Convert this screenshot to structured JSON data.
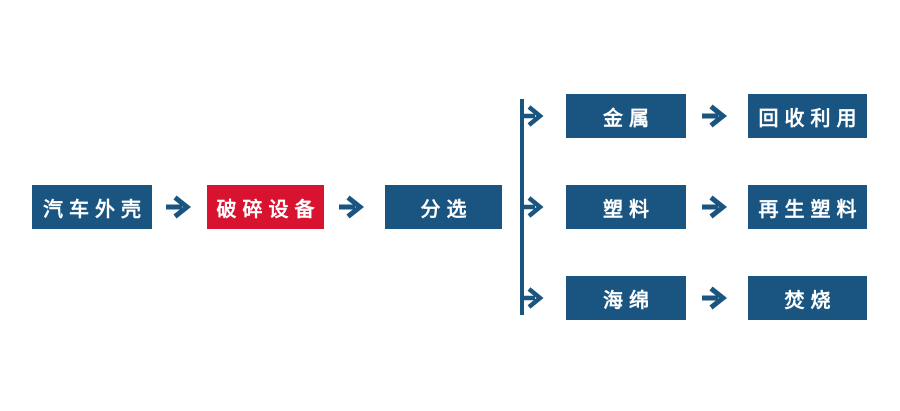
{
  "colors": {
    "primary_blue": "#1a5581",
    "accent_red": "#d8132f",
    "node_text": "#ffffff",
    "background": "#ffffff"
  },
  "flow": {
    "source": {
      "label": "汽车外壳"
    },
    "process": {
      "label": "破碎设备"
    },
    "sorter": {
      "label": "分选"
    },
    "branches": [
      {
        "material": "金属",
        "outcome": "回收利用"
      },
      {
        "material": "塑料",
        "outcome": "再生塑料"
      },
      {
        "material": "海绵",
        "outcome": "焚烧"
      }
    ]
  }
}
